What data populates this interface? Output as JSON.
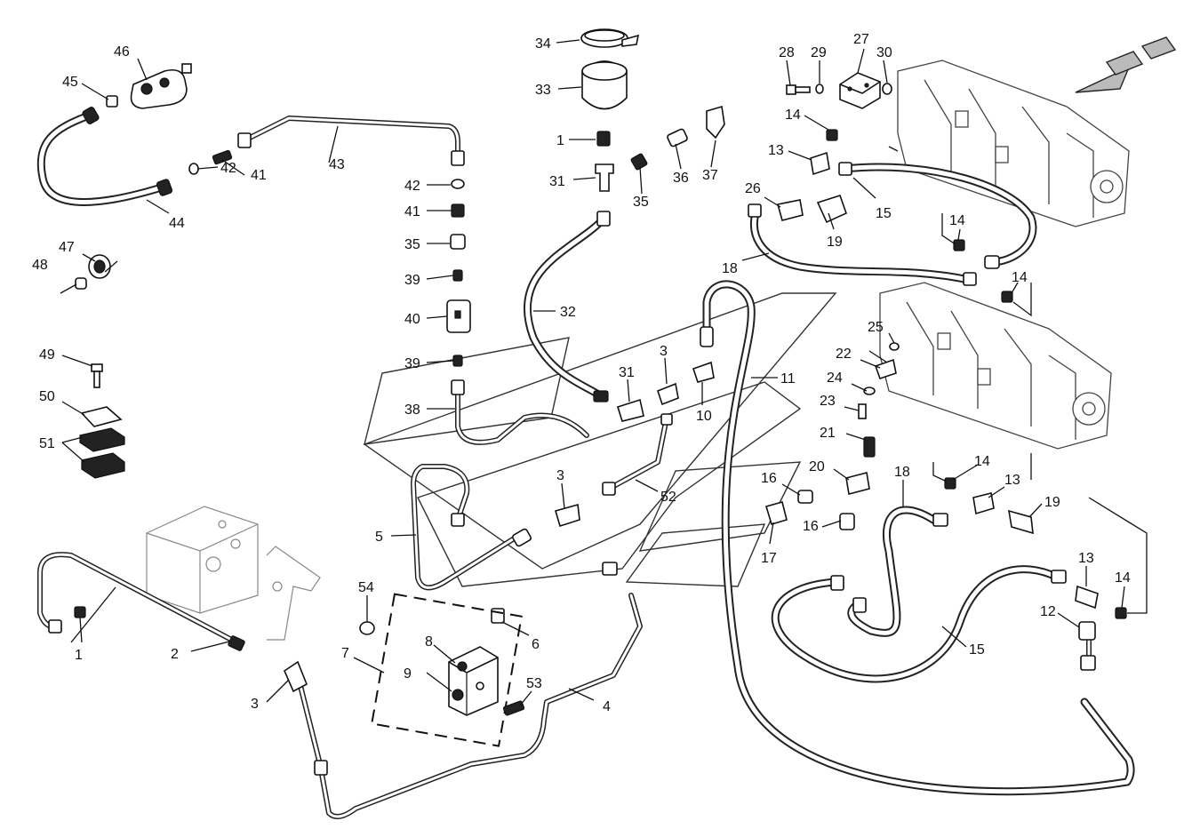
{
  "callouts": [
    "1",
    "2",
    "3",
    "4",
    "5",
    "6",
    "7",
    "8",
    "9",
    "10",
    "11",
    "12",
    "13",
    "14",
    "15",
    "16",
    "17",
    "18",
    "19",
    "20",
    "21",
    "22",
    "23",
    "24",
    "25",
    "26",
    "27",
    "28",
    "29",
    "30",
    "31",
    "32",
    "33",
    "34",
    "35",
    "36",
    "37",
    "38",
    "39",
    "40",
    "41",
    "42",
    "43",
    "44",
    "45",
    "46",
    "47",
    "48",
    "49",
    "50",
    "51",
    "52",
    "53",
    "54"
  ],
  "colors": {
    "line": "#222222",
    "ghost": "#888888",
    "background": "#ffffff"
  }
}
